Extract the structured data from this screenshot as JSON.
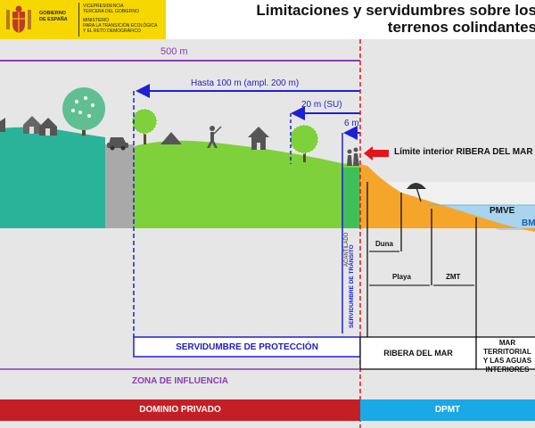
{
  "header": {
    "gov_lines": [
      "GOBIERNO",
      "DE ESPAÑA"
    ],
    "vice_lines": [
      "VICEPRESIDENCIA",
      "TERCERA DEL GOBIERNO"
    ],
    "ministry_lines": [
      "MINISTERIO",
      "PARA LA TRANSICIÓN ECOLÓGICA",
      "Y EL RETO DEMOGRÁFICO"
    ],
    "title_line1": "Limitaciones y servidumbres sobre los",
    "title_line2": "terrenos colindantes"
  },
  "distances": {
    "d500": "500 m",
    "d100": "Hasta 100 m (ampl. 200 m)",
    "d20": "20 m (SU)",
    "d6": "6 m"
  },
  "terrain": {
    "limit_label": "Límite interior  RIBERA DEL MAR",
    "pmve": "PMVE",
    "bmve": "BMVE",
    "acantilado": "ACANTILADO",
    "duna": "Duna",
    "playa": "Playa",
    "zmt": "ZMT",
    "transito": "SERVIDUMBRE DE TRÁNSITO"
  },
  "zones": {
    "proteccion": "SERVIDUMBRE DE PROTECCIÓN",
    "ribera": "RIBERA DEL MAR",
    "mar_lines": [
      "MAR TERRITORIAL",
      "Y LAS AGUAS",
      "INTERIORES"
    ],
    "influencia": "ZONA DE INFLUENCIA",
    "dominio_privado": "DOMINIO PRIVADO",
    "dpmt": "DPMT"
  },
  "colors": {
    "teal": "#2bb39a",
    "green": "#7ed13a",
    "sand": "#f5a62a",
    "sea": "#a8d4ee",
    "red": "#c51f26",
    "dpmt": "#1aa8e6",
    "purple": "#8a3bb5",
    "blue": "#1f1fd6"
  }
}
